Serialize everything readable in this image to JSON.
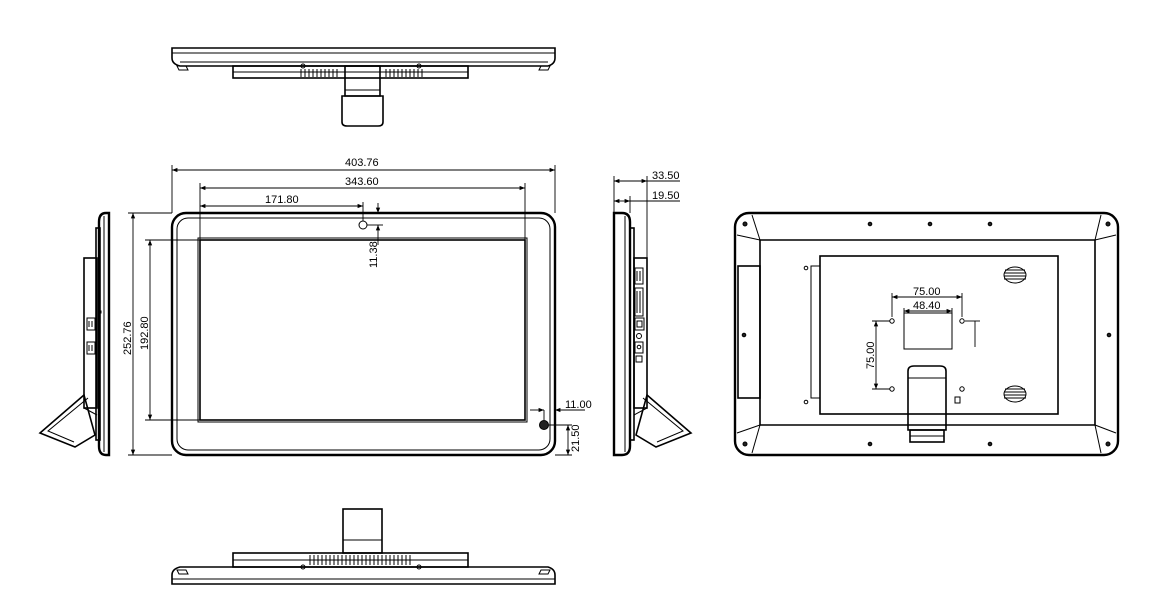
{
  "dimensions": {
    "overall_width": "403.76",
    "screen_width": "343.60",
    "center_offset": "171.80",
    "camera_offset": "11.38",
    "overall_height": "252.76",
    "screen_height": "192.80",
    "button_offset_right": "11.00",
    "button_offset_bottom": "21.50",
    "depth_total": "33.50",
    "depth_body": "19.50",
    "vesa_outer": "75.00",
    "vesa_inner": "48.40",
    "vesa_vertical": "75.00"
  },
  "colors": {
    "line": "#000000",
    "background": "#ffffff"
  }
}
